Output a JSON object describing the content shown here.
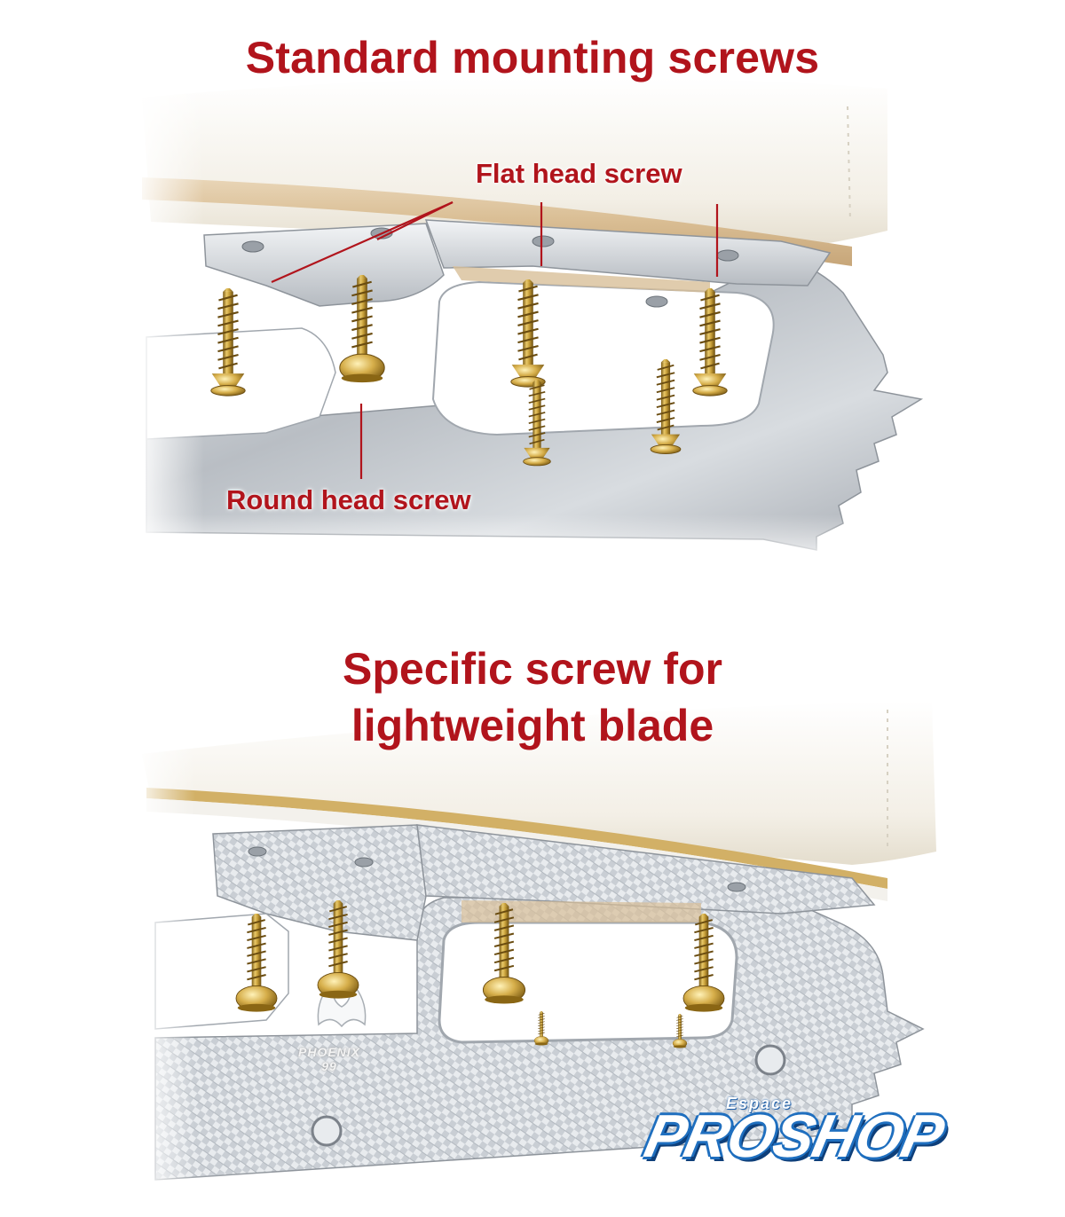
{
  "sections": {
    "standard": {
      "title": "Standard mounting screws",
      "callouts": {
        "flat_head": "Flat head screw",
        "round_head": "Round head screw"
      }
    },
    "lightweight": {
      "title_line1": "Specific screw for",
      "title_line2": "lightweight blade",
      "blade_marking_line1": "PHOENIX",
      "blade_marking_line2": "99"
    }
  },
  "brand": {
    "prefix": "Espace",
    "name": "PROSHOP"
  },
  "colors": {
    "title_red": "#b1141c",
    "brass": "#c9a13b",
    "steel": "#c8ccd1",
    "boot_leather": "#f4f1ea",
    "brand_blue": "#1f6fbf"
  },
  "icons": {
    "screw": "screw-icon",
    "logo_bird": "phoenix-icon"
  }
}
